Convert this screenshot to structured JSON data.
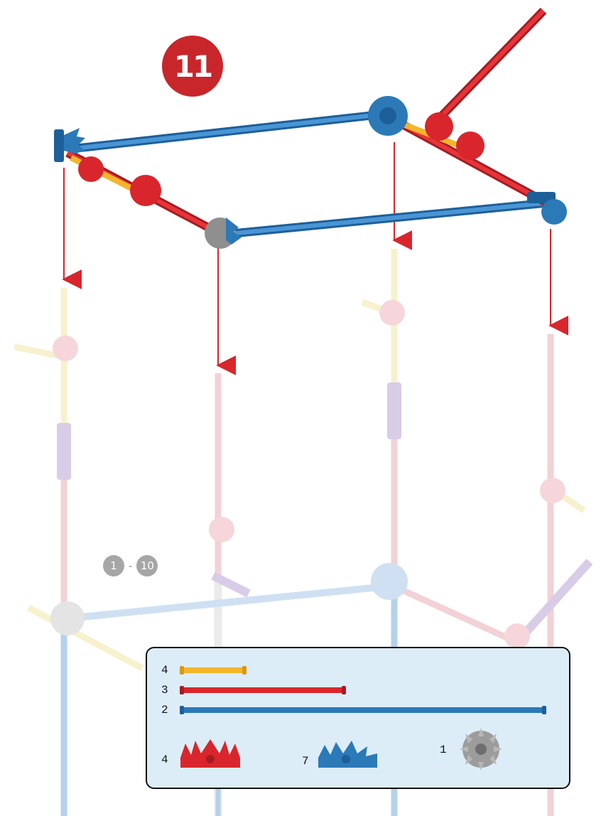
{
  "step": {
    "number": "11"
  },
  "previous_steps": {
    "from": "1",
    "separator": "-",
    "to": "10"
  },
  "parts_list": {
    "rods": [
      {
        "qty": "4",
        "color": "yellow",
        "hex": "#f3b52b"
      },
      {
        "qty": "3",
        "color": "red",
        "hex": "#d8262c"
      },
      {
        "qty": "2",
        "color": "blue",
        "hex": "#2c79b8"
      }
    ],
    "connectors": [
      {
        "qty": "4",
        "color": "red",
        "hex": "#d8262c"
      },
      {
        "qty": "7",
        "color": "blue",
        "hex": "#2c79b8"
      },
      {
        "qty": "1",
        "color": "gray",
        "hex": "#9c9c9c"
      }
    ]
  },
  "colors": {
    "badge": "#c8262b",
    "arrow": "#d8262c",
    "panel": "#dcedf8"
  }
}
